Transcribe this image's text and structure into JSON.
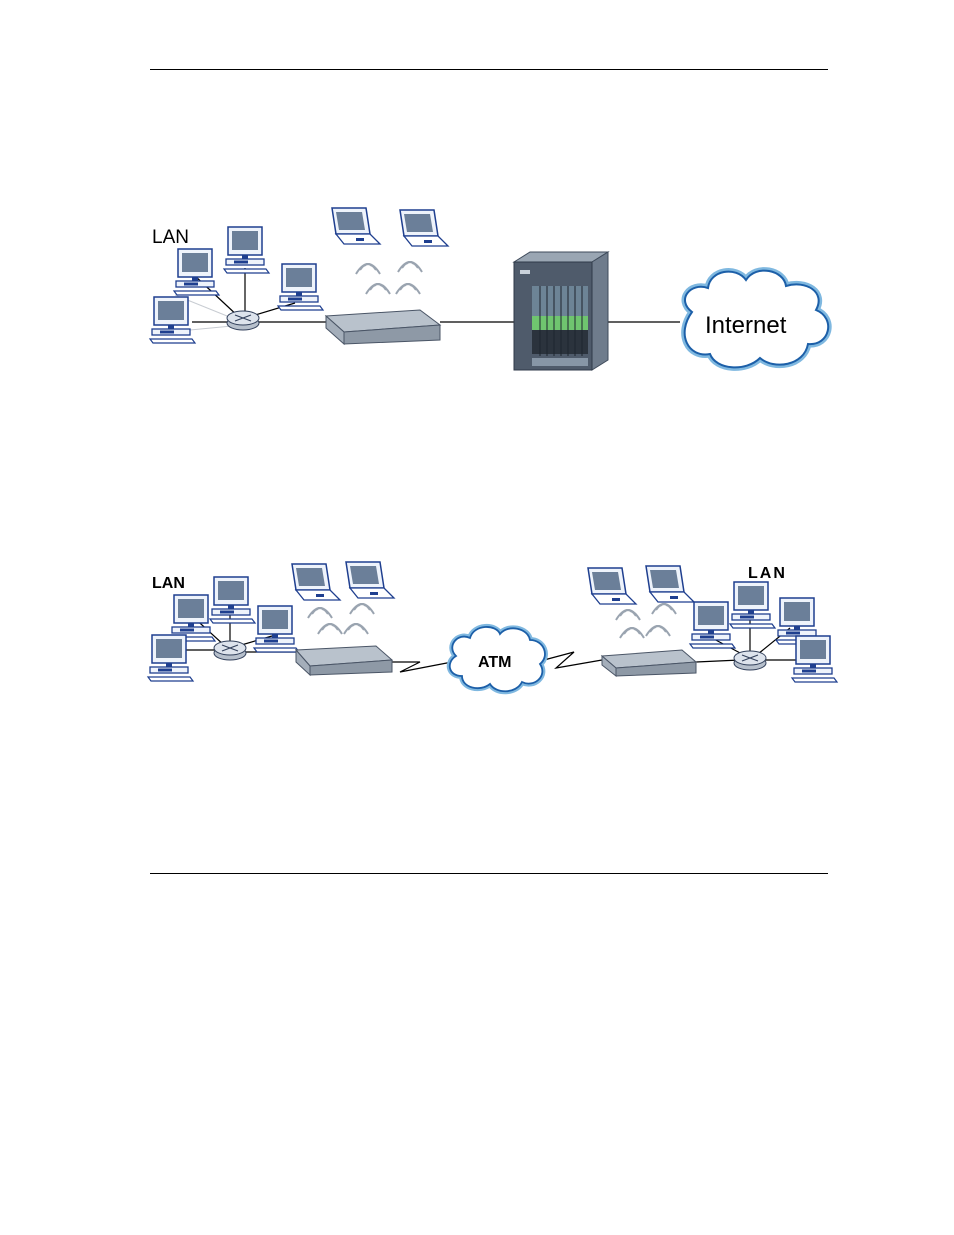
{
  "diagram1": {
    "lan_label": "LAN",
    "internet_label": "Internet"
  },
  "diagram2": {
    "lan_left_label": "LAN",
    "atm_label": "ATM",
    "lan_right_label": "LAN"
  }
}
